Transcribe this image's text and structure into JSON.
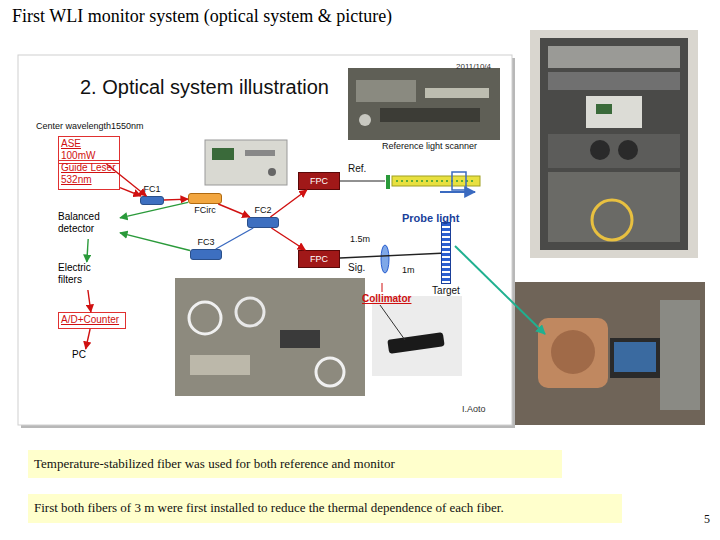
{
  "diagram": {
    "title": "First WLI monitor system (optical system & picture)",
    "nodes": [
      {
        "text": [
          "ASE 100mW"
        ]
      },
      {
        "text": [
          "Guide Leser 532nm"
        ]
      },
      {
        "text": [
          "FC1"
        ]
      },
      {
        "text": [
          "FCirc"
        ]
      },
      {
        "text": [
          "FC2"
        ]
      },
      {
        "text": [
          "FPC"
        ]
      },
      {
        "text": [
          "Balanced detector"
        ]
      },
      {
        "text": [
          "FC3"
        ]
      },
      {
        "text": [
          "FPC"
        ]
      },
      {
        "text": [
          "Target"
        ]
      },
      {
        "text": [
          "Electric filters"
        ]
      },
      {
        "text": [
          "A/D+Counter"
        ]
      },
      {
        "text": [
          "PC"
        ]
      },
      {
        "text": [
          "Temperature-stabilized fiber was used for both reference and monitor"
        ]
      },
      {
        "text": [
          "First both fibers of 3 m were first installed to reduce the thermal dependence of each fiber."
        ]
      }
    ],
    "edges": [
      {
        "from": 0,
        "to": 2,
        "arrow": "to"
      },
      {
        "from": 1,
        "to": 2,
        "arrow": "to"
      },
      {
        "from": 2,
        "to": 3,
        "arrow": "to"
      },
      {
        "from": 3,
        "to": 4,
        "arrow": "to"
      },
      {
        "from": 4,
        "to": 5,
        "arrow": "to"
      },
      {
        "from": 4,
        "to": 8,
        "arrow": "to"
      },
      {
        "from": 3,
        "to": 6,
        "arrow": "to"
      },
      {
        "from": 7,
        "to": 6,
        "arrow": "to"
      },
      {
        "from": 4,
        "to": 7,
        "arrow": "none"
      },
      {
        "from": 8,
        "to": 9,
        "arrow": "none"
      },
      {
        "from": 6,
        "to": 10,
        "arrow": "to"
      },
      {
        "from": 10,
        "to": 11,
        "arrow": "to"
      },
      {
        "from": 11,
        "to": 12,
        "arrow": "to"
      }
    ],
    "labels": [
      "2. Optical system illustration",
      "2011/10/4",
      "Center wavelength1550nm",
      "Reference light scanner",
      "Ref.",
      "Probe light",
      "1.5m",
      "Sig.",
      "1m",
      "Collimator",
      "I.Aoto",
      "5"
    ]
  }
}
